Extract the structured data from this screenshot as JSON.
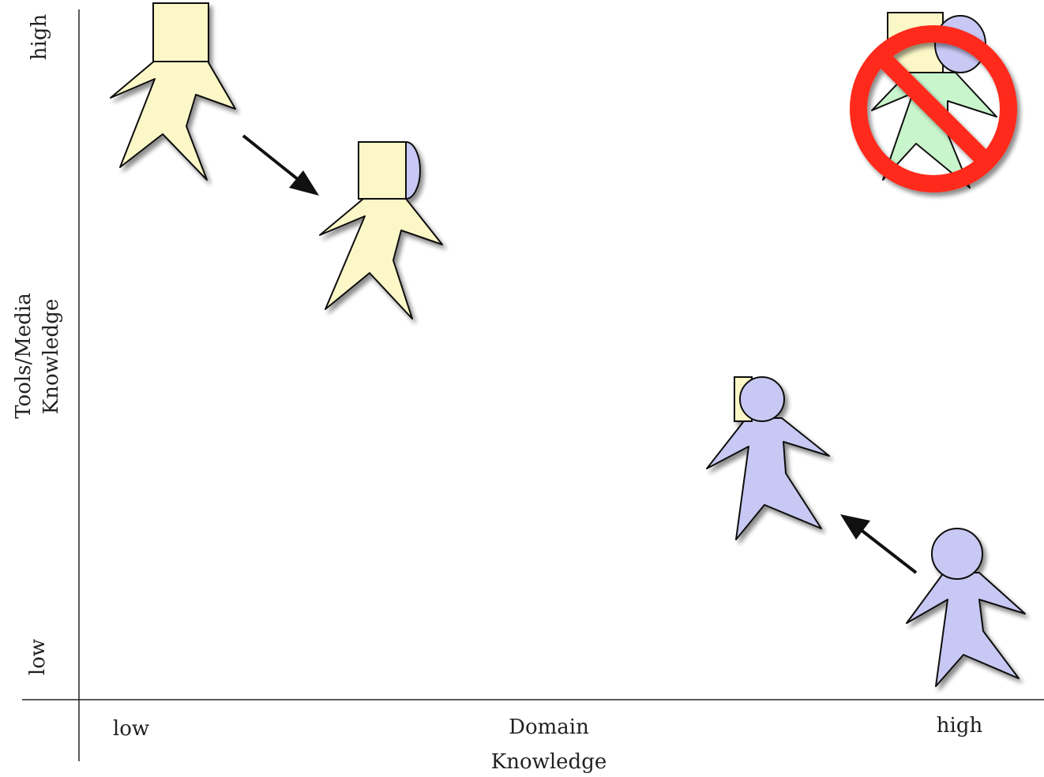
{
  "axes": {
    "x_label": [
      "Domain",
      "Knowledge"
    ],
    "y_label": [
      "Tools/Media",
      "Knowledge"
    ],
    "x_low": "low",
    "x_high": "high",
    "y_low": "low",
    "y_high": "high"
  },
  "colors": {
    "tool_fill": "#fbf7c7",
    "domain_fill": "#c8c8f4",
    "hybrid_body_fill": "#c9f5cc",
    "prohibit_red": "#ff2a1a",
    "stroke": "#111111"
  },
  "icons": [
    "person-icon",
    "arrow-icon",
    "prohibited-icon"
  ]
}
